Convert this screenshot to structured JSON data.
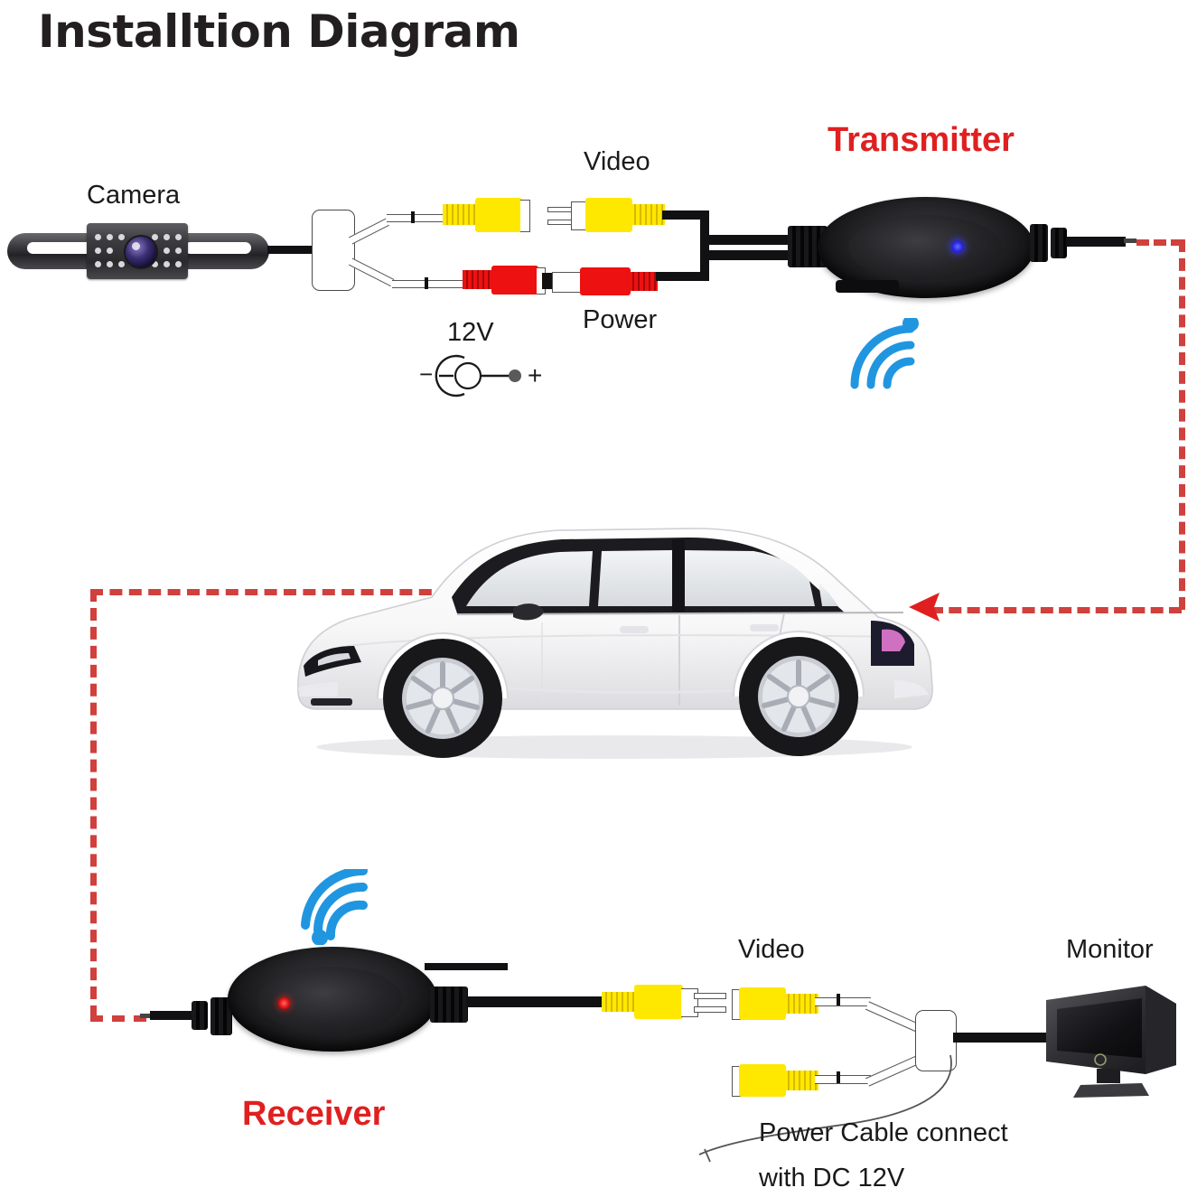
{
  "page": {
    "title": "Installtion Diagram",
    "background_color": "#ffffff"
  },
  "colors": {
    "title_text": "#231f20",
    "label_text": "#1a1a1a",
    "accent_red": "#e02020",
    "route_dash": "#d0403c",
    "wifi_blue": "#2196e0",
    "connector_yellow": "#ffe800",
    "connector_red": "#ee1111",
    "transmitter_led": "#2a2ae6",
    "receiver_led": "#e01010",
    "device_black": "#18181b"
  },
  "top_section": {
    "camera_label": "Camera",
    "video_label": "Video",
    "power_label": "Power",
    "voltage_label": "12V",
    "polarity_minus": "−",
    "polarity_plus": "+",
    "transmitter_label": "Transmitter"
  },
  "bottom_section": {
    "receiver_label": "Receiver",
    "video_label": "Video",
    "monitor_label": "Monitor",
    "power_cable_line1": "Power Cable connect",
    "power_cable_line2": "with DC 12V"
  },
  "icons": {
    "wifi_transmitter": "wifi-signal-icon",
    "wifi_receiver": "wifi-signal-icon",
    "transmitter_led": "led-indicator-icon",
    "receiver_led": "led-indicator-icon",
    "camera_lens": "camera-lens-icon",
    "arrow_rear": "red-arrow-left-icon",
    "arrow_mirror": "red-arrow-upright-icon"
  },
  "vehicle": {
    "name": "white-hatchback-car",
    "body_color": "#fdfdfd",
    "glass_color": "#1c1c20",
    "taillight_color": "#d070c0"
  }
}
